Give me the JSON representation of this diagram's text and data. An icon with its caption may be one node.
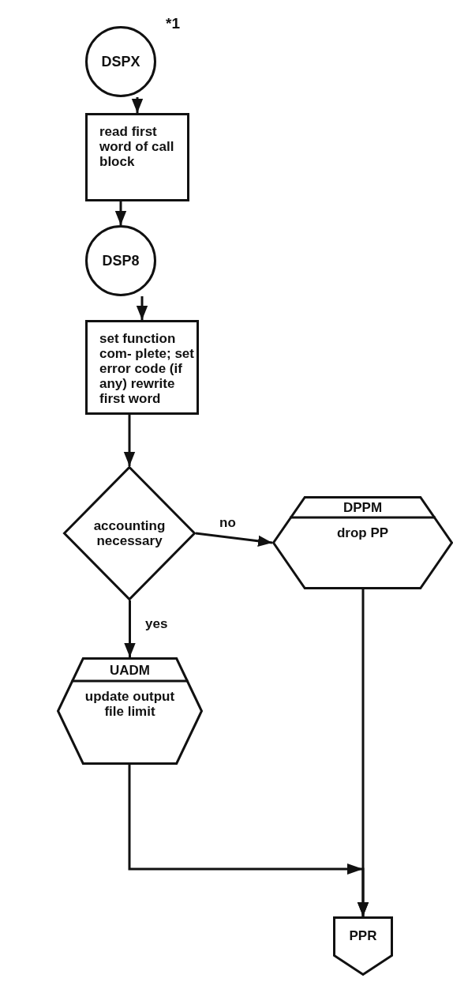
{
  "diagram": {
    "nodes": [
      {
        "text": [
          "DSPX"
        ],
        "beside": [
          "*1"
        ]
      },
      {
        "text": [
          "read first word of call block"
        ]
      },
      {
        "text": [
          "DSP8"
        ]
      },
      {
        "text": [
          "set function com- plete; set error code (if any) rewrite first word"
        ]
      },
      {
        "text": [
          "accounting necessary"
        ]
      },
      {
        "text": [
          "DPPM",
          "drop PP"
        ]
      },
      {
        "text": [
          "UADM",
          "update output file limit"
        ]
      },
      {
        "text": [
          "PPR"
        ]
      }
    ],
    "edges": [
      {
        "from": 0,
        "to": 1,
        "arrow": "to"
      },
      {
        "from": 1,
        "to": 2,
        "arrow": "to"
      },
      {
        "from": 2,
        "to": 3,
        "arrow": "to"
      },
      {
        "from": 3,
        "to": 4,
        "arrow": "to"
      },
      {
        "from": 4,
        "to": 5,
        "arrow": "to",
        "label": "no"
      },
      {
        "from": 4,
        "to": 6,
        "arrow": "to",
        "label": "yes"
      },
      {
        "from": 6,
        "to": 7,
        "arrow": "to"
      },
      {
        "from": 5,
        "to": 7,
        "arrow": "to"
      }
    ]
  }
}
